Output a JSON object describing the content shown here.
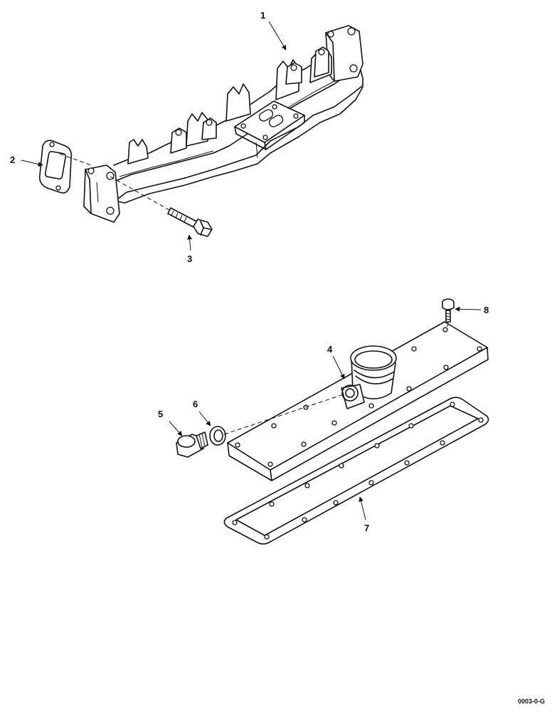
{
  "callouts": {
    "c1": "1",
    "c2": "2",
    "c3": "3",
    "c4": "4",
    "c5": "5",
    "c6": "6",
    "c7": "7",
    "c8": "8"
  },
  "figure_code": "0003-0-G"
}
